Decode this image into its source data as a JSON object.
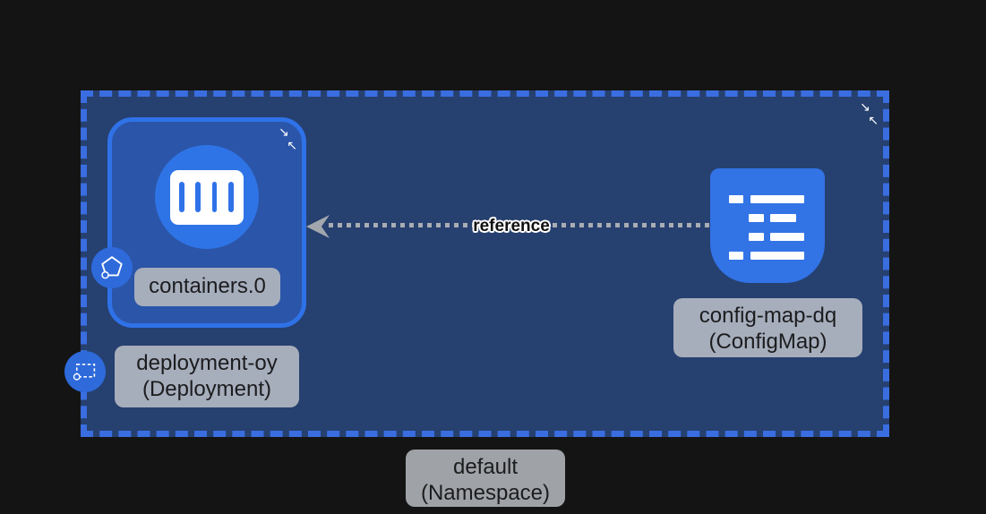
{
  "colors": {
    "bg": "#141414",
    "ns-fill": "#26406f",
    "ns-border": "#3a6de0",
    "node-fill": "#2b55a8",
    "node-border": "#2f72e8",
    "accent": "#2e74e6",
    "accent-dim": "#2e6ada",
    "icon-blue": "#3273e6",
    "badge-bg": "#a6aebc",
    "badge-neutral": "#9fa2a6",
    "badge-text": "#1c1c1e",
    "edge": "#a9adb4"
  },
  "namespace": {
    "name_line": "default",
    "kind_line": "(Namespace)"
  },
  "deployment": {
    "name_line": "deployment-oy",
    "kind_line": "(Deployment)"
  },
  "container": {
    "label": "containers.0"
  },
  "configmap": {
    "name_line": "config-map-dq",
    "kind_line": "(ConfigMap)"
  },
  "edge": {
    "label": "reference"
  },
  "icons": {
    "collapse_arrow_a": "↘",
    "collapse_arrow_b": "↖",
    "pod": "pentagon-icon",
    "deployment_kind": "dashed-rect-icon",
    "container": "container-slots-icon",
    "configmap": "config-list-icon"
  }
}
